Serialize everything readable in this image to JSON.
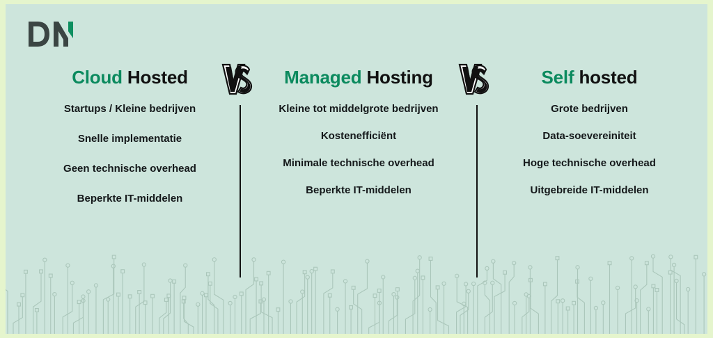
{
  "theme": {
    "canvas_color": "#e5f5cd",
    "panel_color": "#cde5dc",
    "accent_green": "#0b8a5e",
    "text_dark": "#14181a",
    "logo_dark": "#3b4543",
    "circuit_line": "#8fae9f"
  },
  "logo": {
    "text": "DN",
    "dark_letters": "DN",
    "accent_note": "green wedge on N"
  },
  "vs_badges": [
    {
      "label": "VS"
    },
    {
      "label": "VS"
    }
  ],
  "columns": [
    {
      "heading_highlight": "Cloud",
      "heading_rest": "Hosted",
      "items": [
        "Startups / Kleine bedrijven",
        "Snelle implementatie",
        "Geen technische overhead",
        "Beperkte IT-middelen"
      ]
    },
    {
      "heading_highlight": "Managed",
      "heading_rest": "Hosting",
      "items": [
        "Kleine tot middelgrote bedrijven",
        "Kostenefficiënt",
        "Minimale technische overhead",
        "Beperkte IT-middelen"
      ]
    },
    {
      "heading_highlight": "Self",
      "heading_rest": "hosted",
      "items": [
        "Grote bedrijven",
        "Data-soevereiniteit",
        "Hoge technische overhead",
        "Uitgebreide IT-middelen"
      ]
    }
  ]
}
